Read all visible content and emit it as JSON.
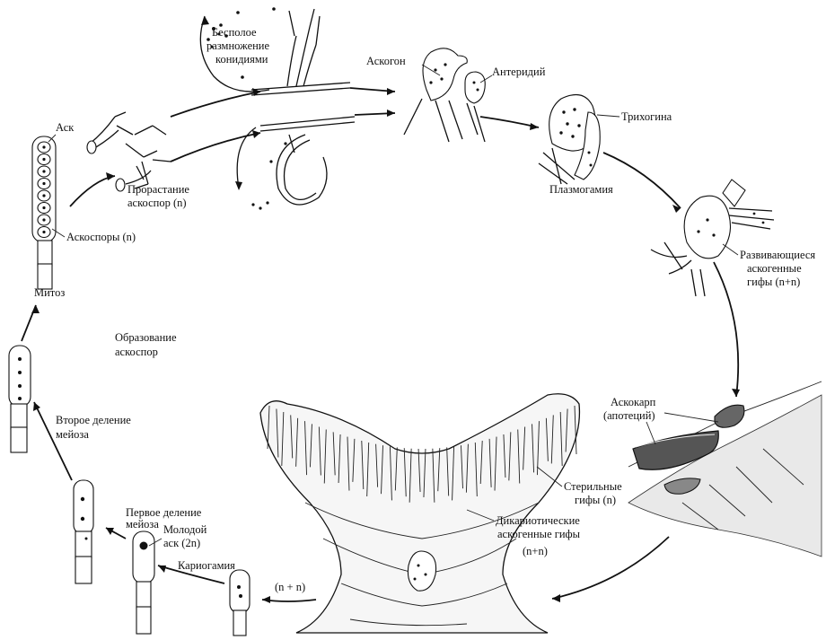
{
  "labels": {
    "asexual_l1": "Бесполое",
    "asexual_l2": "размножение",
    "asexual_l3": "конидиями",
    "ascogon": "Аскогон",
    "antheridium": "Антеридий",
    "trichogyne": "Трихогина",
    "plasmogamy": "Плазмогамия",
    "dev_l1": "Развивающиеся",
    "dev_l2": "аскогенные",
    "dev_l3": "гифы  (n+n)",
    "ascocarp_l1": "Аскокарп",
    "ascocarp_l2": "(апотеций)",
    "sterile_l1": "Стерильные",
    "sterile_l2": "гифы  (n)",
    "dikar_l1": "Дикариотические",
    "dikar_l2": "аскогенные гифы",
    "dikar_l3": "(n+n)",
    "nn": "(n + n)",
    "karyogamy": "Кариогамия",
    "young_ask_l1": "Молодой",
    "young_ask_l2": "аск (2n)",
    "first_div_l1": "Первое деление",
    "first_div_l2": "мейоза",
    "second_div_l1": "Второе деление",
    "second_div_l2": "мейоза",
    "formation_l1": "Образование",
    "formation_l2": "аскоспор",
    "mitosis": "Митоз",
    "ascospores": "Аскоспоры  (n)",
    "ask": "Аск",
    "germ_l1": "Прорастание",
    "germ_l2": "аскоспор  (n)"
  }
}
